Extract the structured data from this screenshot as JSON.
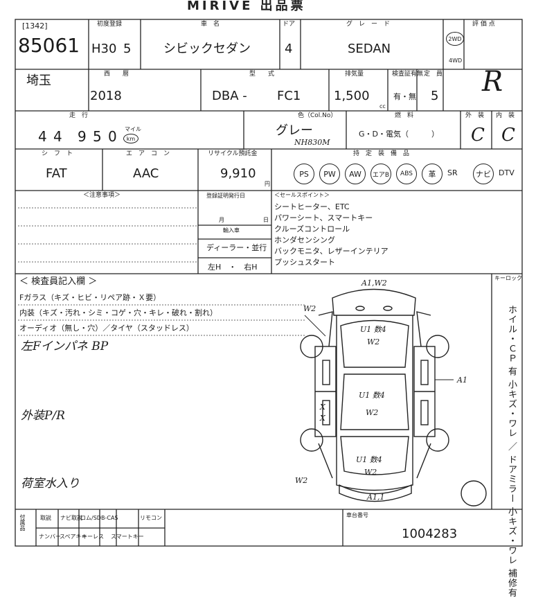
{
  "title": "MIRIVE 出品票",
  "header_labels": {
    "first_reg": "初度登録",
    "car_name": "車　名",
    "door": "ドア",
    "grade": "グ　レ　ー　ド",
    "score": "評 価 点",
    "model_year": "西　　暦",
    "model": "型　　式",
    "displacement": "排気量",
    "inspection": "検査証有無",
    "capacity": "定　員",
    "mileage": "走　行",
    "color": "色（Col.No）",
    "exterior": "外　装",
    "interior": "内　装",
    "fuel": "燃　料",
    "shift": "シ　フ　ト",
    "aircon": "エ　ア　コ　ン",
    "recycle": "リサイクル預託金",
    "equipment": "持　定　装　備　品",
    "caution": "＜注意事項＞",
    "sales_point": "＜セールスポイント＞",
    "inspector": "＜ 検査員記入欄 ＞",
    "keylock": "キーロック",
    "chassis_no": "車台番号"
  },
  "lot": {
    "ref": "[1342]",
    "number": "85061",
    "era": "H30",
    "month": "5",
    "car_name": "シビックセダン",
    "doors": "4",
    "grade": "SEDAN",
    "drive_2wd": "2WD",
    "drive_4wd": "4WD",
    "score": "R",
    "prefecture": "埼玉",
    "year": "2018",
    "model_prefix": "DBA -",
    "model_code": "FC1",
    "displacement": "1,500",
    "displacement_unit": "cc",
    "inspection_status": "有・無",
    "capacity": "5",
    "mileage_digits": [
      "4",
      "4",
      "9",
      "5",
      "0"
    ],
    "mileage_unit_mile": "マイル",
    "mileage_unit_km": "km",
    "color_name": "グレー",
    "color_code": "NH830M",
    "fuel": "G・D・電気（　　　）",
    "exterior_grade": "C",
    "interior_grade": "C",
    "shift": "FAT",
    "aircon": "AAC",
    "recycle_fee": "9,910",
    "recycle_unit": "円",
    "chassis_number": "1004283"
  },
  "equipment": [
    "PS",
    "PW",
    "AW",
    "エアB",
    "ABS",
    "革",
    "SR",
    "ナビ",
    "DTV"
  ],
  "equipment_circled": [
    "PS",
    "PW",
    "AW",
    "エアB",
    "ABS",
    "革",
    "ナビ"
  ],
  "caution_box": {
    "reg_label": "登録証明発行日",
    "month_label": "月",
    "day_label": "日",
    "import_label": "輸入車",
    "importer": "ディーラー・並行",
    "steering": "左H　・　右H"
  },
  "sales_points": [
    "シートヒーター、ETC",
    "パワーシート、スマートキー",
    "クルーズコントロール",
    "ホンダセンシング",
    "バックモニタ、レザーインテリア",
    "プッシュスタート"
  ],
  "inspector_lines": [
    "Fガラス（キズ・ヒビ・リペア跡・Ｘ要）",
    "内装（キズ・汚れ・シミ・コゲ・穴・キレ・破れ・割れ）",
    "オーディオ（無し・穴）／タイヤ（スタッドレス）"
  ],
  "handwritten_notes": [
    "左Fインパネ BP",
    "外装P/R",
    "荷室水入り"
  ],
  "diagram_marks": [
    "A1,W2",
    "W2",
    "U1 数4",
    "W2",
    "A1",
    "U1 数4",
    "W2",
    "X",
    "X",
    "U1 数4",
    "W2",
    "W2",
    "A1,1"
  ],
  "side_column": "ホイル・ＣＰ 有 小キズ・ワレ ／ ドアミラー 小キズ・ワレ 補修有",
  "footer": {
    "label": "付属品",
    "row1": [
      "取説",
      "ナビ取説",
      "ロム/SD",
      "B-CAS",
      "リモコン"
    ],
    "row2": [
      "ナンバー",
      "スペアキー",
      "キーレス",
      "スマートキー"
    ]
  }
}
